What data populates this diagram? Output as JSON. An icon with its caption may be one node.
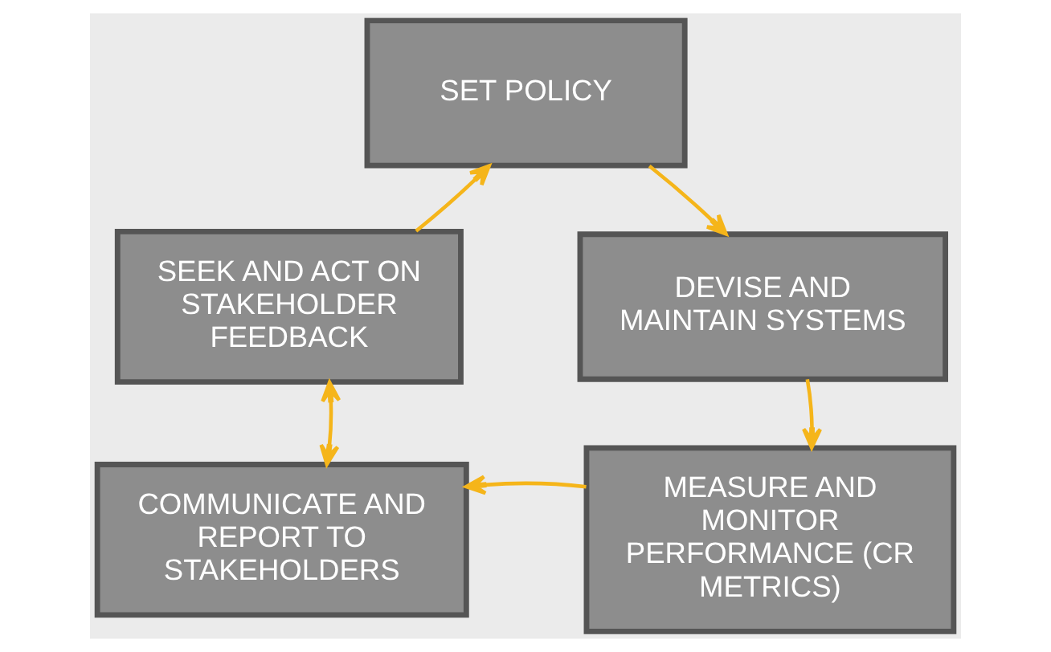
{
  "diagram": {
    "nodes": [
      {
        "text": [
          "SET POLICY"
        ]
      },
      {
        "text": [
          "DEVISE AND MAINTAIN SYSTEMS"
        ]
      },
      {
        "text": [
          "MEASURE AND MONITOR PERFORMANCE (CR METRICS)"
        ]
      },
      {
        "text": [
          "COMMUNICATE AND REPORT TO STAKEHOLDERS"
        ]
      },
      {
        "text": [
          "SEEK AND ACT ON STAKEHOLDER FEEDBACK"
        ]
      }
    ],
    "edges": [
      {
        "from": 0,
        "to": 1,
        "arrow": "to"
      },
      {
        "from": 1,
        "to": 2,
        "arrow": "to"
      },
      {
        "from": 2,
        "to": 3,
        "arrow": "to"
      },
      {
        "from": 3,
        "to": 4,
        "arrow": "both"
      },
      {
        "from": 4,
        "to": 0,
        "arrow": "to"
      }
    ]
  }
}
